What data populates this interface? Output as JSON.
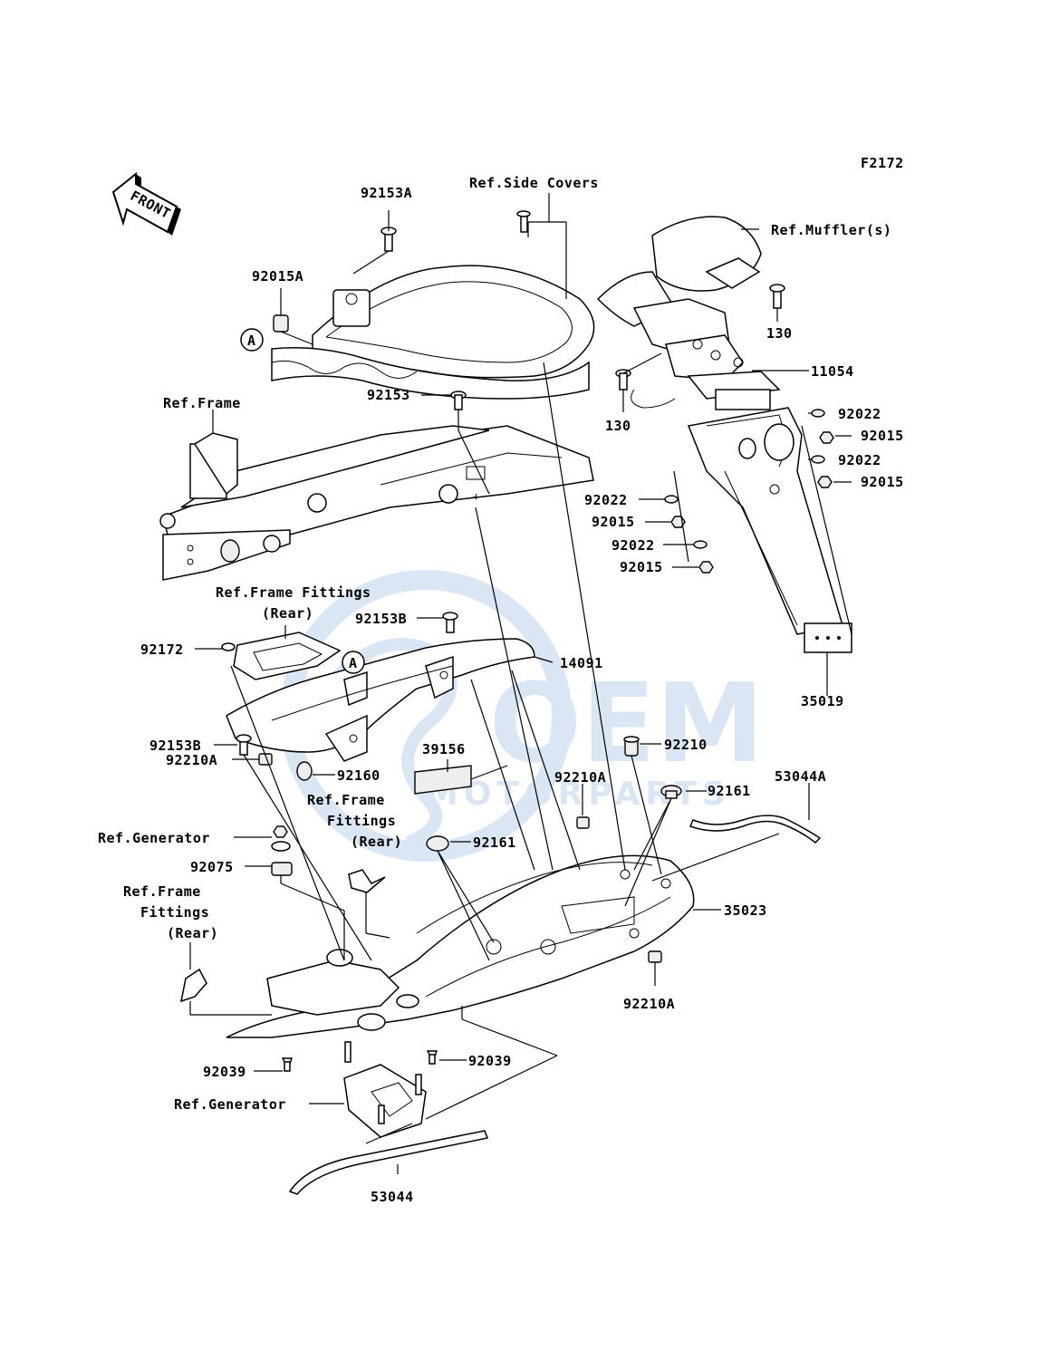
{
  "diagram_code": "F2172",
  "front_label": "FRONT",
  "callout_a": "A",
  "watermark": {
    "brand": "OEM",
    "sub": "MOTORPARTS"
  },
  "labels": {
    "ref_side_covers": "Ref.Side Covers",
    "ref_mufflers": "Ref.Muffler(s)",
    "p92153A": "92153A",
    "p92015A": "92015A",
    "p130_upper": "130",
    "p11054": "11054",
    "p130_lower": "130",
    "p92153": "92153",
    "ref_frame": "Ref.Frame",
    "p92022_a": "92022",
    "p92015_a": "92015",
    "p92022_b": "92022",
    "p92015_b": "92015",
    "p92022_c": "92022",
    "p92015_c": "92015",
    "p92022_d": "92022",
    "p92015_d": "92015",
    "ref_frame_fittings_1a": "Ref.Frame Fittings",
    "ref_frame_fittings_1b": "(Rear)",
    "p92153B_a": "92153B",
    "p92172": "92172",
    "p14091": "14091",
    "p35019": "35019",
    "p92153B_b": "92153B",
    "p92210": "92210",
    "p39156": "39156",
    "p92210A_a": "92210A",
    "p92160": "92160",
    "ref_frame_fittings_2a": "Ref.Frame",
    "ref_frame_fittings_2b": "Fittings",
    "ref_frame_fittings_2c": "(Rear)",
    "p92210A_b": "92210A",
    "p92161_a": "92161",
    "p53044A": "53044A",
    "ref_generator_a": "Ref.Generator",
    "p92161_b": "92161",
    "p92075": "92075",
    "ref_frame_fittings_3a": "Ref.Frame",
    "ref_frame_fittings_3b": "Fittings",
    "ref_frame_fittings_3c": "(Rear)",
    "p35023": "35023",
    "p92210A_c": "92210A",
    "p92039_a": "92039",
    "p92039_b": "92039",
    "ref_generator_b": "Ref.Generator",
    "p53044": "53044"
  }
}
